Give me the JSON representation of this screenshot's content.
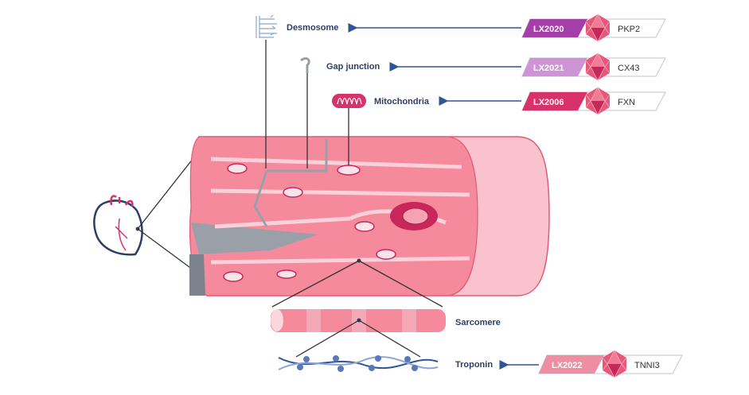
{
  "labels": {
    "desmosome": "Desmosome",
    "gap_junction": "Gap junction",
    "mitochondria": "Mitochondria",
    "sarcomere": "Sarcomere",
    "troponin": "Troponin"
  },
  "programs": [
    {
      "code": "LX2020",
      "gene": "PKP2",
      "color": "#a43fa8"
    },
    {
      "code": "LX2021",
      "gene": "CX43",
      "color": "#cf94d6"
    },
    {
      "code": "LX2006",
      "gene": "FXN",
      "color": "#d8326a"
    },
    {
      "code": "LX2022",
      "gene": "TNNI3",
      "color": "#ef8ea2"
    }
  ],
  "colors": {
    "navy": "#2d3e66",
    "arrow": "#2f5597",
    "cell": "#f6a6b2",
    "cellDark": "#e85a72"
  }
}
